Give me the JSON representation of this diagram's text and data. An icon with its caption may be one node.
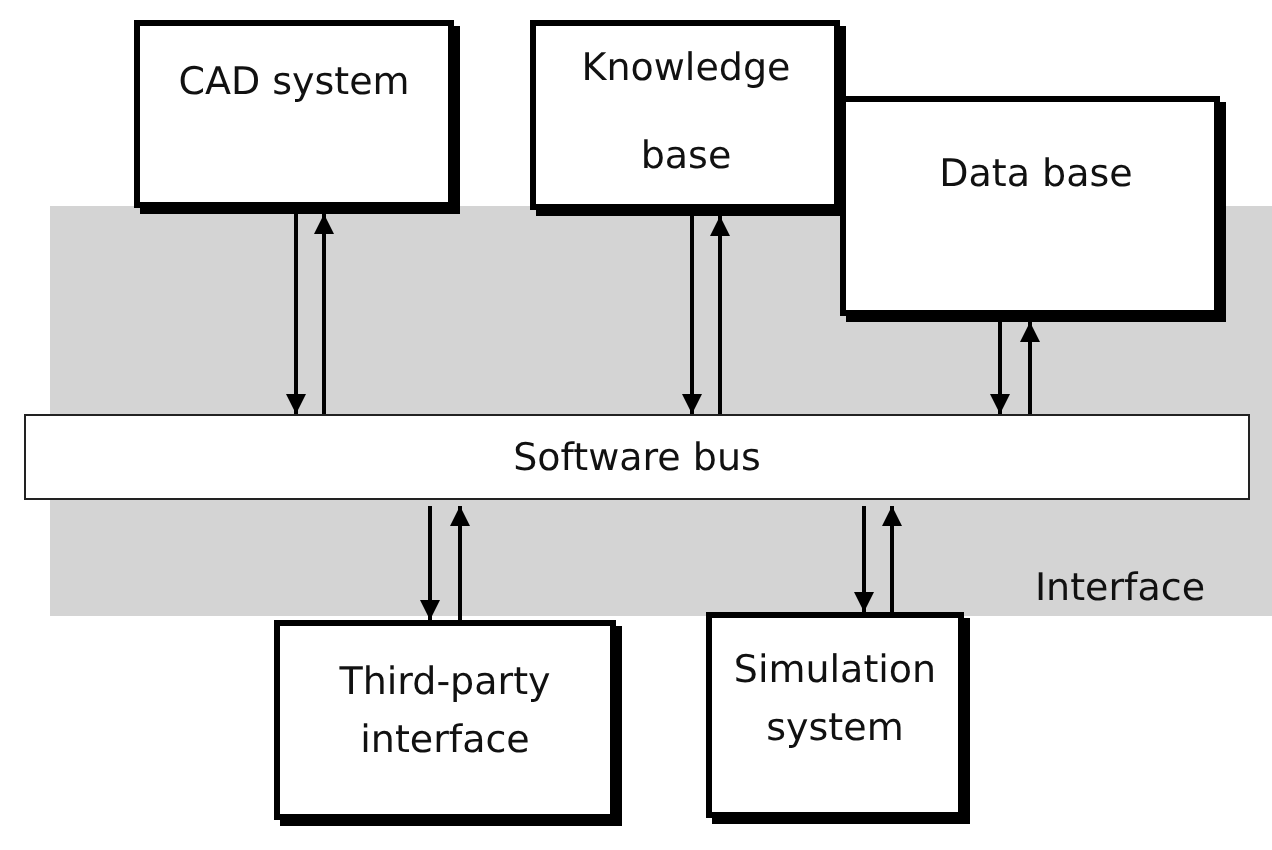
{
  "diagram": {
    "nodes": [
      {
        "text": [
          "CAD system"
        ]
      },
      {
        "text": [
          "Knowledge base"
        ]
      },
      {
        "text": [
          "Data base"
        ]
      },
      {
        "text": [
          "Software bus"
        ]
      },
      {
        "text": [
          "Third-party interface"
        ]
      },
      {
        "text": [
          "Simulation system"
        ]
      }
    ],
    "edges": [
      {
        "from": 0,
        "to": 3,
        "arrow": "to"
      },
      {
        "from": 3,
        "to": 0,
        "arrow": "to"
      },
      {
        "from": 1,
        "to": 3,
        "arrow": "to"
      },
      {
        "from": 3,
        "to": 1,
        "arrow": "to"
      },
      {
        "from": 2,
        "to": 3,
        "arrow": "to"
      },
      {
        "from": 3,
        "to": 2,
        "arrow": "to"
      },
      {
        "from": 3,
        "to": 4,
        "arrow": "to"
      },
      {
        "from": 4,
        "to": 3,
        "arrow": "to"
      },
      {
        "from": 3,
        "to": 5,
        "arrow": "to"
      },
      {
        "from": 5,
        "to": 3,
        "arrow": "to"
      }
    ],
    "labels": [
      "Interface"
    ]
  }
}
